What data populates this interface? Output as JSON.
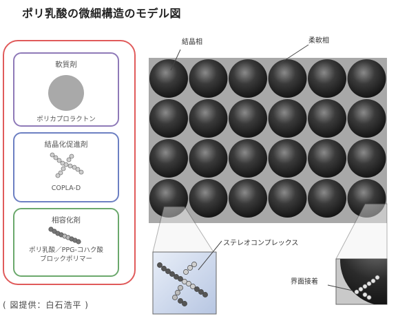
{
  "title": "ポリ乳酸の微細構造のモデル図",
  "credit": "( 図提供：白石浩平 )",
  "components": [
    {
      "name": "軟質剤",
      "example": "ポリカプロラクトン"
    },
    {
      "name": "結晶化促進剤",
      "example": "COPLA-D"
    },
    {
      "name": "相容化剤",
      "example": "ポリ乳酸／PPG-コハク酸\nブロックポリマー"
    }
  ],
  "callouts": {
    "crystal": "結晶相",
    "soft": "柔軟相",
    "stereo": "ステレオコンプレックス",
    "interface": "界面接着"
  },
  "colors": {
    "outer": "#e05a5a",
    "soft": "#a8a8a8",
    "sphere": "#2a2a2a"
  }
}
